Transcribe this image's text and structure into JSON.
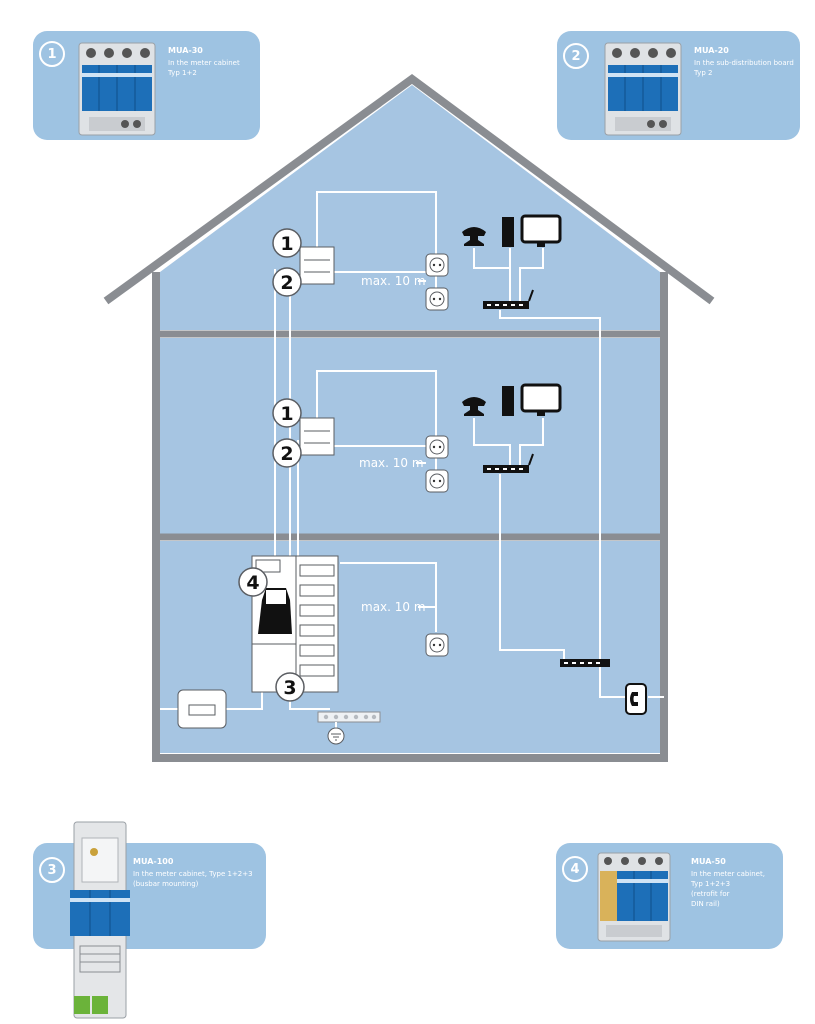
{
  "products": [
    {
      "number": "1",
      "name": "MUA-30",
      "desc": "In the meter cabinet\nTyp 1+2"
    },
    {
      "number": "2",
      "name": "MUA-20",
      "desc": "In the sub-distribution board\nTyp 2"
    },
    {
      "number": "3",
      "name": "MUA-100",
      "desc": "In the meter cabinet, Type 1+2+3\n(busbar mounting)"
    },
    {
      "number": "4",
      "name": "MUA-50",
      "desc": "In the meter cabinet,\nTyp 1+2+3\n(retrofit for\nDIN rail)"
    }
  ],
  "house": {
    "labels": {
      "max_distance": "max. 10 m"
    },
    "markers": [
      "1",
      "2",
      "3",
      "4"
    ]
  },
  "colors": {
    "card": "#9ec3e2",
    "floor": "#a6c5e2",
    "wall": "#8a8d92",
    "device_blue": "#1d6fb8"
  }
}
